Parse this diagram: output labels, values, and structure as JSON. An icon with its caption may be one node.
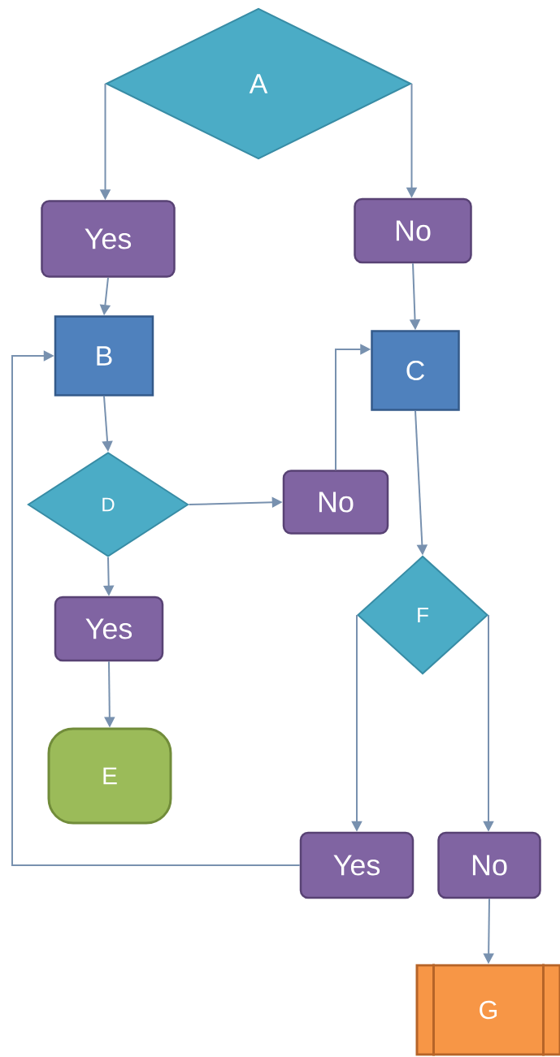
{
  "diagram": {
    "nodes": [
      {
        "text": [
          "A"
        ]
      },
      {
        "text": [
          "Yes"
        ]
      },
      {
        "text": [
          "No"
        ]
      },
      {
        "text": [
          "B"
        ]
      },
      {
        "text": [
          "C"
        ]
      },
      {
        "text": [
          "D"
        ]
      },
      {
        "text": [
          "No"
        ]
      },
      {
        "text": [
          "Yes"
        ]
      },
      {
        "text": [
          "E"
        ]
      },
      {
        "text": [
          "F"
        ]
      },
      {
        "text": [
          "Yes"
        ]
      },
      {
        "text": [
          "No"
        ]
      },
      {
        "text": [
          "G"
        ]
      }
    ],
    "edges": [
      {
        "from": 0,
        "to": 1,
        "arrow": "to"
      },
      {
        "from": 0,
        "to": 2,
        "arrow": "to"
      },
      {
        "from": 1,
        "to": 3,
        "arrow": "to"
      },
      {
        "from": 2,
        "to": 4,
        "arrow": "to"
      },
      {
        "from": 3,
        "to": 5,
        "arrow": "to"
      },
      {
        "from": 5,
        "to": 6,
        "arrow": "to"
      },
      {
        "from": 6,
        "to": 4,
        "arrow": "to"
      },
      {
        "from": 5,
        "to": 7,
        "arrow": "to"
      },
      {
        "from": 7,
        "to": 8,
        "arrow": "to"
      },
      {
        "from": 4,
        "to": 9,
        "arrow": "to"
      },
      {
        "from": 9,
        "to": 10,
        "arrow": "to"
      },
      {
        "from": 9,
        "to": 11,
        "arrow": "to"
      },
      {
        "from": 10,
        "to": 3,
        "arrow": "to"
      },
      {
        "from": 11,
        "to": 12,
        "arrow": "to"
      }
    ]
  }
}
